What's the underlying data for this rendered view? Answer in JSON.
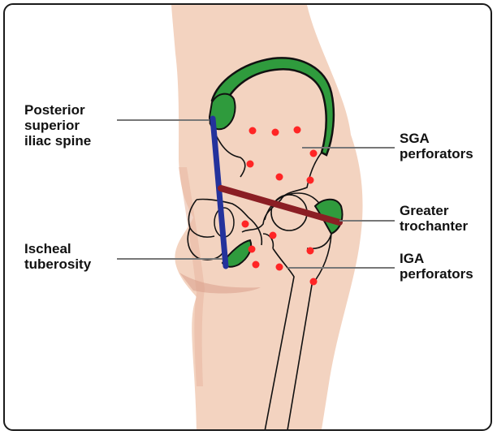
{
  "labels": {
    "posterior_superior_iliac_spine": "Posterior\nsuperior\niliac spine",
    "ischeal_tuberosity": "Ischeal\ntuberosity",
    "sga_perforators": "SGA\nperforators",
    "greater_trochanter": "Greater\ntrochanter",
    "iga_perforators": "IGA\nperforators"
  },
  "colors": {
    "skin": "#f3d3c0",
    "skin_shadow": "#e9b9a4",
    "bone_highlight": "#2f9b3d",
    "spine_line": "#24329c",
    "trochanter_line": "#8b1e24",
    "perforator_dot": "#ff2525",
    "leader_line": "#777777",
    "outline": "#111111"
  }
}
